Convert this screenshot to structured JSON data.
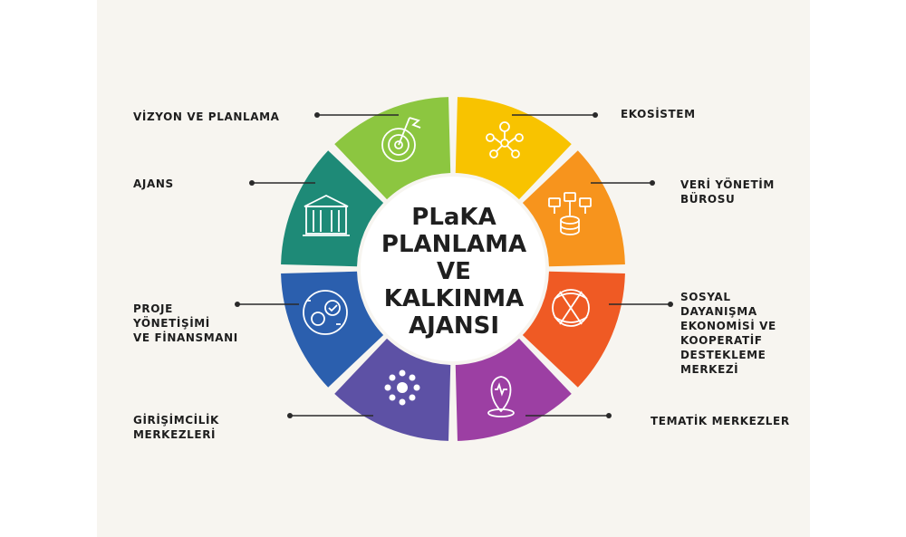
{
  "center_title": "PLaKA\nPLANLAMA\nVE\nKALKINMA\nAJANSI",
  "segments": [
    {
      "label": "EKOSİSTEM",
      "color": "#f8c300",
      "icon": "network-people-icon"
    },
    {
      "label": "VERİ YÖNETİM\nBÜROSU",
      "color": "#f7941d",
      "icon": "data-folders-database-icon"
    },
    {
      "label": "SOSYAL\nDAYANIŞMA\nEKONOMİSİ VE\nKOOPERATİF\nDESTEKLEME\nMERKEZİ",
      "color": "#ef5a24",
      "icon": "joined-hands-icon"
    },
    {
      "label": "TEMATİK MERKEZLER",
      "color": "#9c3fa3",
      "icon": "location-pin-icon"
    },
    {
      "label": "GİRİŞİMCİLİK\nMERKEZLERİ",
      "color": "#5d51a5",
      "icon": "hub-network-icon"
    },
    {
      "label": "PROJE\nYÖNETİŞİMİ\nVE FİNANSMANI",
      "color": "#2b5fae",
      "icon": "gears-check-icon"
    },
    {
      "label": "AJANS",
      "color": "#1e8a77",
      "icon": "building-icon"
    },
    {
      "label": "VİZYON VE PLANLAMA",
      "color": "#8cc640",
      "icon": "target-flag-icon"
    }
  ]
}
